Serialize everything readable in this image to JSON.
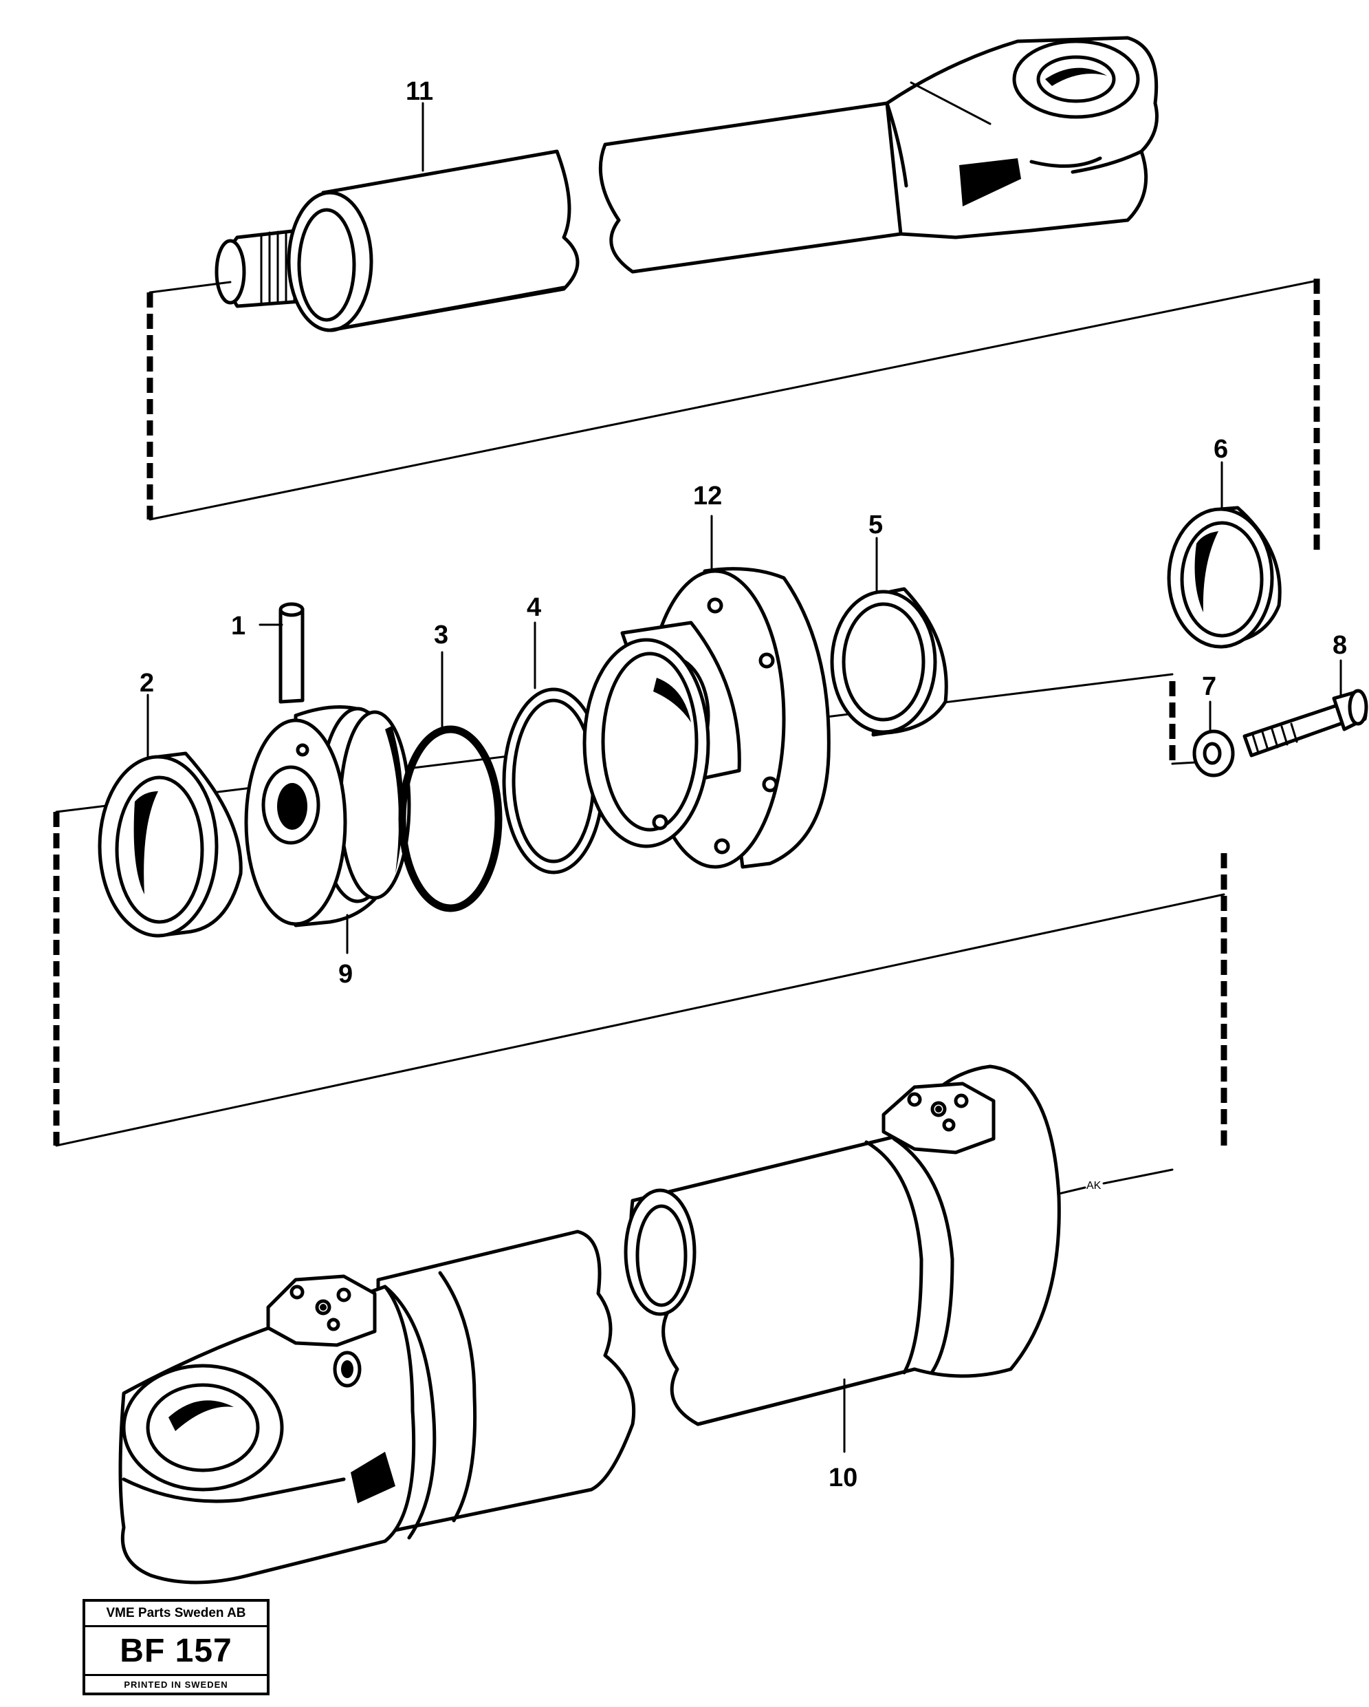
{
  "callouts": {
    "c1": "1",
    "c2": "2",
    "c3": "3",
    "c4": "4",
    "c5": "5",
    "c6": "6",
    "c7": "7",
    "c8": "8",
    "c9": "9",
    "c10": "10",
    "c11": "11",
    "c12": "12"
  },
  "dim_mark": "AK",
  "stamp": {
    "company": "VME Parts Sweden AB",
    "code": "BF 157",
    "printed": "PRINTED IN SWEDEN"
  }
}
